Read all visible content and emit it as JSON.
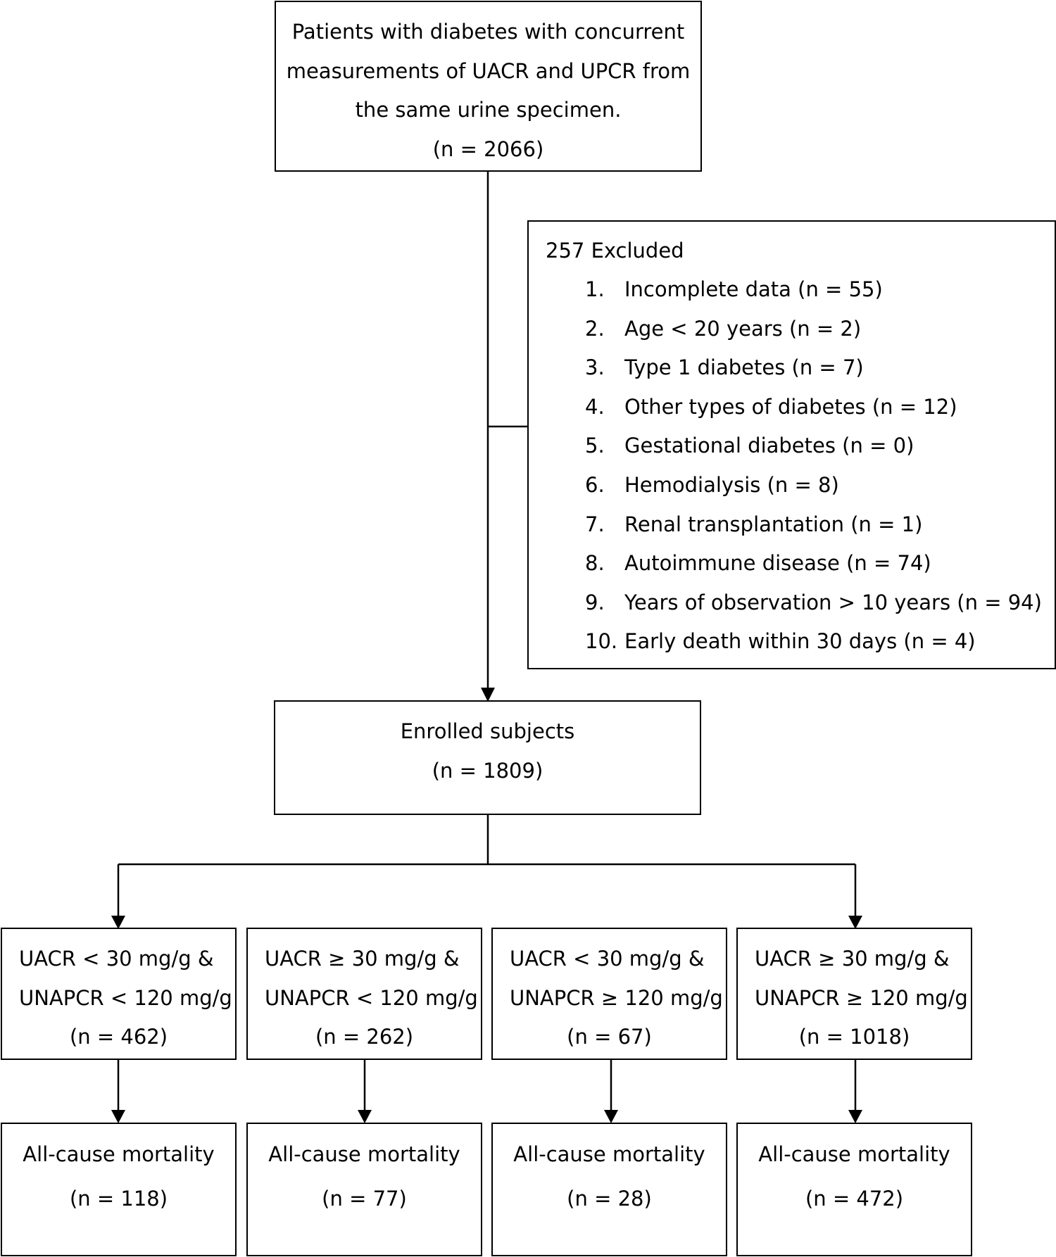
{
  "screening": {
    "lines": [
      "Patients with diabetes with concurrent",
      "measurements of UACR and UPCR from",
      "the same urine specimen.",
      "(n = 2066)"
    ]
  },
  "excluded": {
    "title": "257 Excluded",
    "items": [
      {
        "num": "1.",
        "text": "Incomplete data (n = 55)"
      },
      {
        "num": "2.",
        "text": "Age < 20 years (n = 2)"
      },
      {
        "num": "3.",
        "text": "Type 1 diabetes (n = 7)"
      },
      {
        "num": "4.",
        "text": "Other types of diabetes (n = 12)"
      },
      {
        "num": "5.",
        "text": "Gestational diabetes (n = 0)"
      },
      {
        "num": "6.",
        "text": "Hemodialysis (n = 8)"
      },
      {
        "num": "7.",
        "text": "Renal transplantation (n = 1)"
      },
      {
        "num": "8.",
        "text": "Autoimmune disease (n = 74)"
      },
      {
        "num": "9.",
        "text": "Years of observation > 10 years (n = 94)"
      },
      {
        "num": "10.",
        "text": "Early death within 30 days (n = 4)"
      }
    ]
  },
  "enrolled": {
    "label": "Enrolled subjects",
    "count": "(n = 1809)"
  },
  "groups": [
    {
      "line1": "UACR < 30 mg/g &",
      "line2": "UNAPCR < 120 mg/g",
      "count": "(n = 462)"
    },
    {
      "line1": "UACR ≥ 30 mg/g &",
      "line2": "UNAPCR < 120 mg/g",
      "count": "(n = 262)"
    },
    {
      "line1": "UACR < 30 mg/g &",
      "line2": "UNAPCR ≥ 120 mg/g",
      "count": "(n = 67)"
    },
    {
      "line1": "UACR ≥ 30 mg/g &",
      "line2": "UNAPCR ≥ 120 mg/g",
      "count": "(n = 1018)"
    }
  ],
  "outcomes": [
    {
      "label": "All-cause mortality",
      "count": "(n = 118)"
    },
    {
      "label": "All-cause mortality",
      "count": "(n = 77)"
    },
    {
      "label": "All-cause mortality",
      "count": "(n = 28)"
    },
    {
      "label": "All-cause mortality",
      "count": "(n = 472)"
    }
  ]
}
